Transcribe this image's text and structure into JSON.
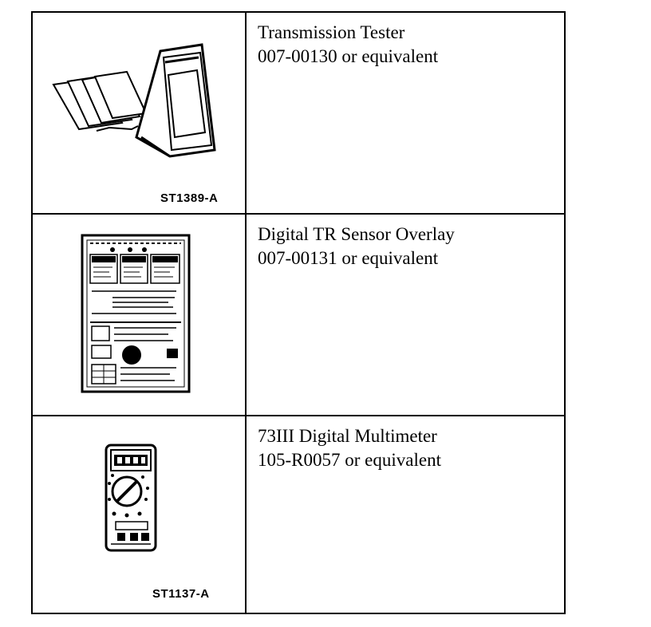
{
  "rows": [
    {
      "name": "Transmission Tester",
      "part_number": "007-00130 or equivalent",
      "figure_code": "ST1389-A",
      "icon": "transmission-tester-icon"
    },
    {
      "name": "Digital TR Sensor Overlay",
      "part_number": "007-00131 or equivalent",
      "figure_code": "",
      "icon": "sensor-overlay-icon"
    },
    {
      "name": "73III Digital Multimeter",
      "part_number": "105-R0057 or equivalent",
      "figure_code": "ST1137-A",
      "icon": "multimeter-icon"
    }
  ]
}
